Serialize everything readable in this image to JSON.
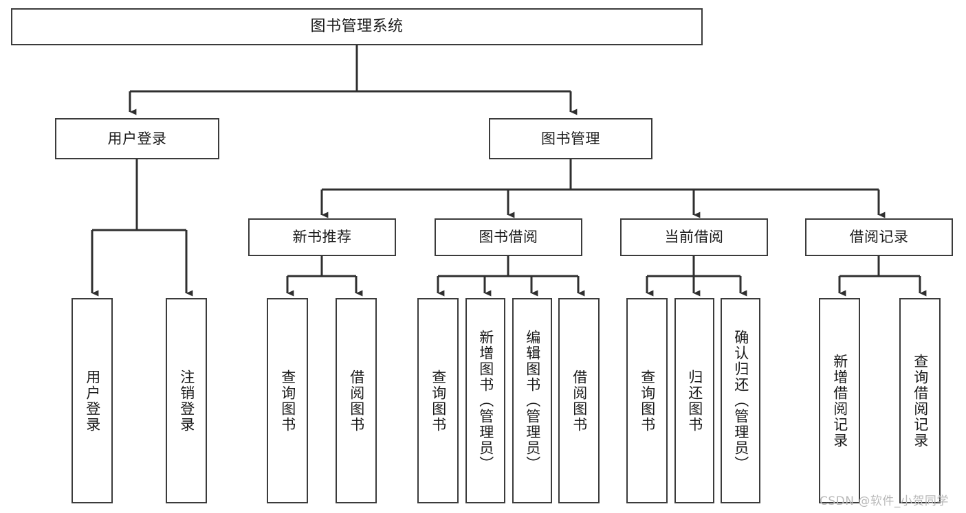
{
  "diagram": {
    "type": "tree-hierarchy",
    "title": "图书管理系统",
    "orientation": "top-down",
    "colors": {
      "box_border": "#3b3b3b",
      "box_fill": "#ffffff",
      "connector": "#2f2f2f",
      "text": "#1a1a1a",
      "watermark": "#b9b9b9",
      "background": "#ffffff"
    }
  },
  "nodes": {
    "root": {
      "label": "图书管理系统"
    },
    "level1": [
      {
        "label": "用户登录"
      },
      {
        "label": "图书管理"
      }
    ],
    "level2": [
      {
        "label": "新书推荐"
      },
      {
        "label": "图书借阅"
      },
      {
        "label": "当前借阅"
      },
      {
        "label": "借阅记录"
      }
    ],
    "leaves": {
      "user_login": [
        {
          "label": "用户登录"
        },
        {
          "label": "注销登录"
        }
      ],
      "new_book_recommend": [
        {
          "label": "查询图书"
        },
        {
          "label": "借阅图书"
        }
      ],
      "book_borrow": [
        {
          "label": "查询图书"
        },
        {
          "label": "新增图书（管理员）"
        },
        {
          "label": "编辑图书（管理员）"
        },
        {
          "label": "借阅图书"
        }
      ],
      "current_borrow": [
        {
          "label": "查询图书"
        },
        {
          "label": "归还图书"
        },
        {
          "label": "确认归还（管理员）"
        }
      ],
      "borrow_record": [
        {
          "label": "新增借阅记录"
        },
        {
          "label": "查询借阅记录"
        }
      ]
    }
  },
  "watermark": {
    "text": "CSDN @软件_小贺同学"
  }
}
